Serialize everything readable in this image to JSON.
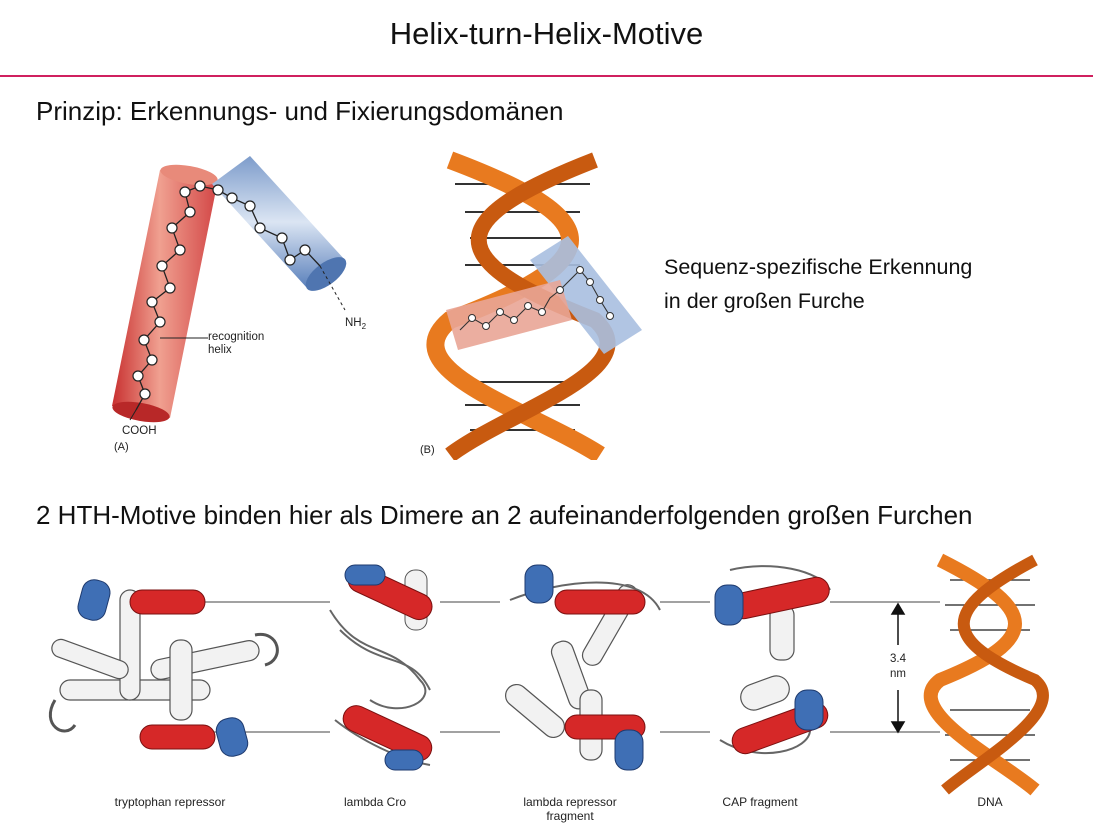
{
  "title": "Helix-turn-Helix-Motive",
  "heading1": "Prinzip: Erkennungs- und Fixierungsdomänen",
  "side_text": [
    "Sequenz-spezifische  Erkennung",
    "in der großen Furche"
  ],
  "heading2": "2 HTH-Motive binden hier als Dimere an 2 aufeinanderfolgenden großen Furchen",
  "figA": {
    "panel": "(A)",
    "recognition_label": "recognition",
    "helix_label": "helix",
    "nh2": "NH",
    "nh2_sub": "2",
    "cooh": "COOH"
  },
  "figB": {
    "panel": "(B)"
  },
  "bottom": {
    "captions": [
      "tryptophan repressor",
      "lambda Cro",
      "lambda repressor",
      "fragment",
      "CAP fragment",
      "DNA"
    ],
    "scale_value": "3.4",
    "scale_unit": "nm"
  },
  "colors": {
    "accent_rule": "#d0205f",
    "recognition_helix": "#d63a3a",
    "second_helix": "#3f6fb5",
    "dna": "#e87a1f"
  }
}
